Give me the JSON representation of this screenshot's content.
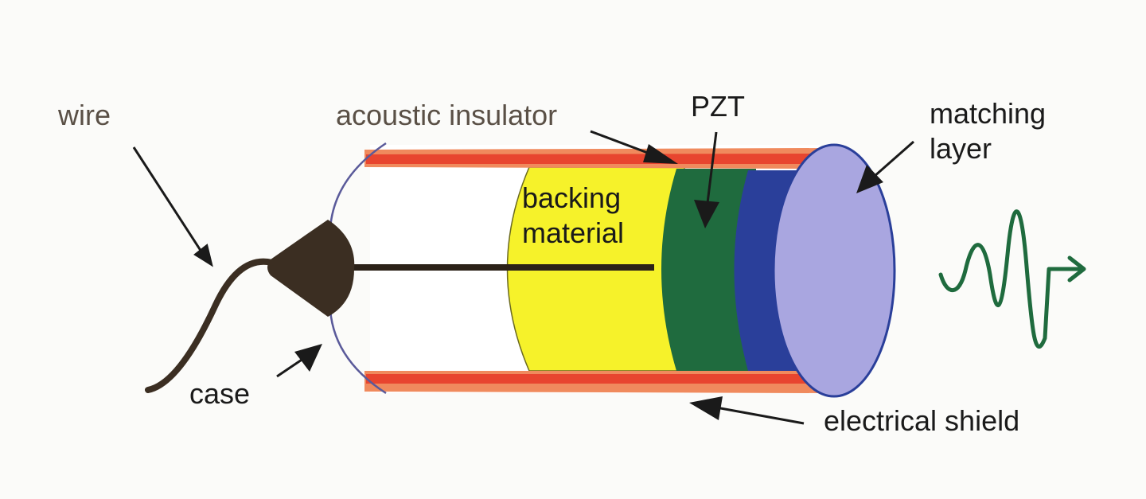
{
  "labels": {
    "wire": "wire",
    "acoustic_insulator": "acoustic insulator",
    "pzt": "PZT",
    "matching_line1": "matching",
    "matching_line2": "layer",
    "backing_line1": "backing",
    "backing_line2": "material",
    "case": "case",
    "electrical_shield": "electrical shield"
  },
  "colors": {
    "background": "#fbfbf9",
    "insulator": "#f08a5d",
    "insulator_core": "#e8452f",
    "backing_material": "#f6f22a",
    "pzt": "#1f6b3e",
    "dark_blue_layer": "#2a3f9a",
    "matching_layer": "#a9a6e0",
    "wire": "#3b2e22",
    "wave": "#1f6b3e",
    "arrow": "#1a1a1a",
    "case_outline": "#5a5a9a"
  },
  "icons": {
    "wave": "ultrasound-wave-arrow-icon"
  }
}
